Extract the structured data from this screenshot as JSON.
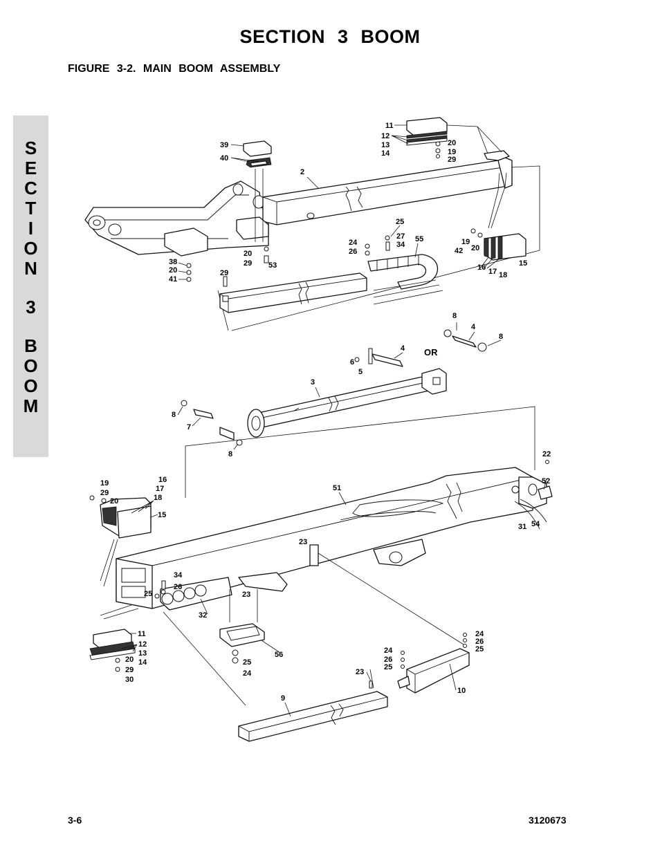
{
  "header": {
    "section_title": "SECTION 3   BOOM",
    "figure_title": "FIGURE 3-2.    MAIN BOOM ASSEMBLY"
  },
  "side_tab": {
    "letters": [
      "S",
      "E",
      "C",
      "T",
      "I",
      "O",
      "N",
      "3",
      "B",
      "O",
      "O",
      "M"
    ]
  },
  "callouts": {
    "c11a": "11",
    "c12a": "12",
    "c13a": "13",
    "c14a": "14",
    "c20a": "20",
    "c19a": "19",
    "c29a": "29",
    "c39": "39",
    "c40": "40",
    "c2": "2",
    "c20b": "20",
    "c29b": "29",
    "c53": "53",
    "c38": "38",
    "c20c": "20",
    "c41": "41",
    "c29c": "29",
    "c25a": "25",
    "c27": "27",
    "c34a": "34",
    "c24a": "24",
    "c26a": "26",
    "c55": "55",
    "c19b": "19",
    "c42": "42",
    "c20d": "20",
    "c16a": "16",
    "c17a": "17",
    "c18a": "18",
    "c15a": "15",
    "c8a": "8",
    "c4a": "4",
    "c8b": "8",
    "c4b": "4",
    "c6": "6",
    "c5": "5",
    "or_label": "OR",
    "c3": "3",
    "c8c": "8",
    "c7": "7",
    "c8d": "8",
    "c22": "22",
    "c52": "52",
    "c31": "31",
    "c54": "54",
    "c51": "51",
    "c19c": "19",
    "c29d": "29",
    "c20e": "20",
    "c16b": "16",
    "c17b": "17",
    "c18b": "18",
    "c15b": "15",
    "c23a": "23",
    "c34b": "34",
    "c26b": "26",
    "c25b": "25",
    "c23b": "23",
    "c32": "32",
    "c56": "56",
    "c25c": "25",
    "c24b": "24",
    "c11b": "11",
    "c12b": "12",
    "c13b": "13",
    "c14b": "14",
    "c20f": "20",
    "c29e": "29",
    "c30": "30",
    "c24c": "24",
    "c26c": "26",
    "c25d": "25",
    "c24d": "24",
    "c26d": "26",
    "c25e": "25",
    "c23c": "23",
    "c10": "10",
    "c9": "9"
  },
  "footer": {
    "page_number": "3-6",
    "document_number": "3120673"
  }
}
